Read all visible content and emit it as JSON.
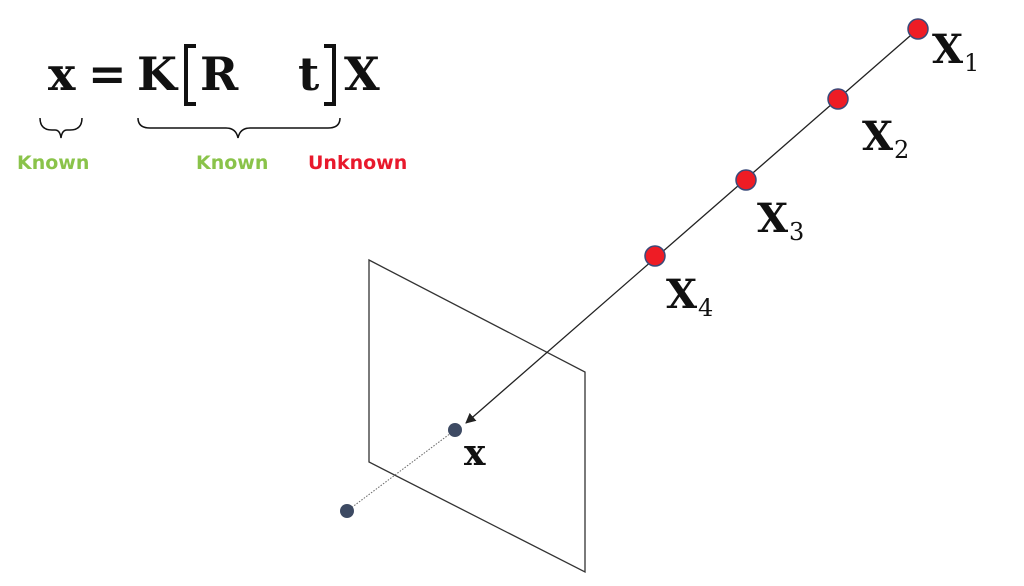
{
  "equation": {
    "lhs": "x",
    "equals": "=",
    "intrinsics": "K",
    "rotation": "R",
    "translation": "t",
    "world_point": "X"
  },
  "captions": {
    "lhs_known": "Known",
    "matrix_known": "Known",
    "point_unknown": "Unknown"
  },
  "colors": {
    "known": "#8ac34a",
    "unknown": "#e8192c",
    "world_point_fill": "#ee1c25",
    "camera_point_fill": "#3d4a63",
    "stroke": "#222222"
  },
  "points": [
    {
      "label": "X",
      "subscript": "1"
    },
    {
      "label": "X",
      "subscript": "2"
    },
    {
      "label": "X",
      "subscript": "3"
    },
    {
      "label": "X",
      "subscript": "4"
    }
  ],
  "image_point_label": "x"
}
